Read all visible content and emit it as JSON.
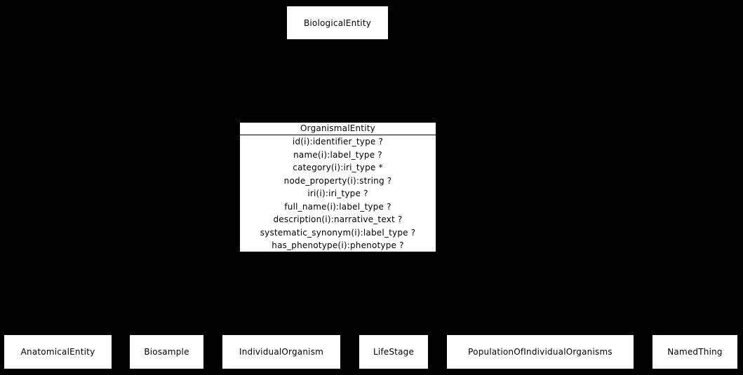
{
  "diagram": {
    "background_color": "#000000",
    "node_fill_color": "#ffffff",
    "node_text_color": "#000000",
    "parent_class": {
      "label": "BiologicalEntity"
    },
    "main_class": {
      "title": "OrganismalEntity",
      "attributes": [
        "id(i):identifier_type ?",
        "name(i):label_type ?",
        "category(i):iri_type *",
        "node_property(i):string ?",
        "iri(i):iri_type ?",
        "full_name(i):label_type ?",
        "description(i):narrative_text ?",
        "systematic_synonym(i):label_type ?",
        "has_phenotype(i):phenotype ?"
      ]
    },
    "subclasses": [
      {
        "label": "AnatomicalEntity"
      },
      {
        "label": "Biosample"
      },
      {
        "label": "IndividualOrganism"
      },
      {
        "label": "LifeStage"
      },
      {
        "label": "PopulationOfIndividualOrganisms"
      },
      {
        "label": "NamedThing"
      }
    ]
  }
}
